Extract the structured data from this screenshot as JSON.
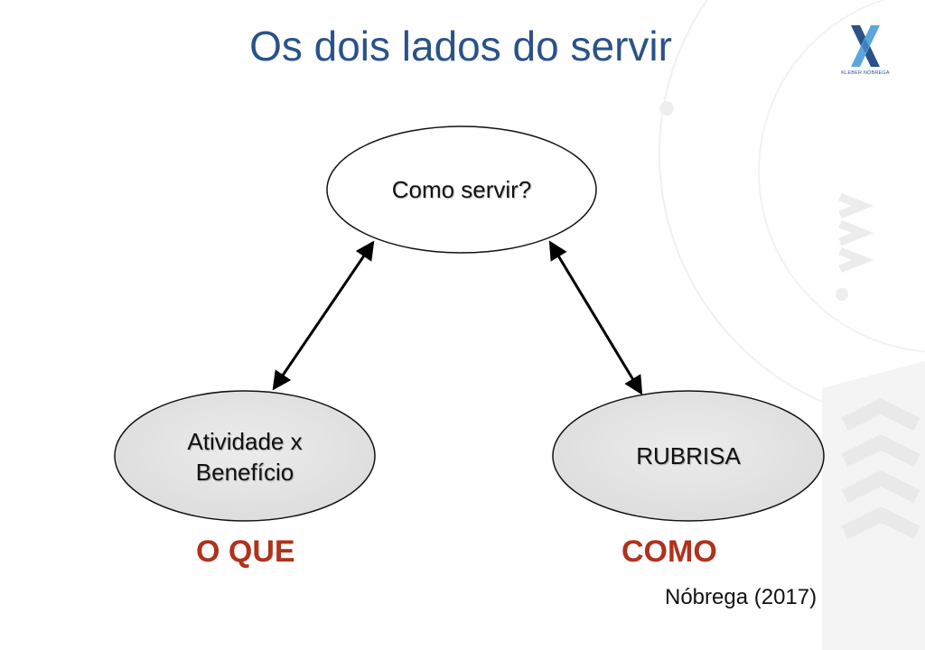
{
  "slide": {
    "title": "Os dois lados do servir",
    "logo": {
      "text": "KLEBER NÓBREGA",
      "icon": "x-logo-icon",
      "colors": [
        "#2a5288",
        "#5aa7dd"
      ]
    },
    "nodes": {
      "top": {
        "text": "Como servir?"
      },
      "left": {
        "lines": [
          "Atividade x",
          "Benefício"
        ]
      },
      "right": {
        "text": "RUBRISA"
      }
    },
    "captions": {
      "left": "O QUE",
      "right": "COMO"
    },
    "citation": "Nóbrega (2017)"
  },
  "colors": {
    "title": "#2a5288",
    "caption": "#b0321d",
    "node_fill_top": "#ffffff",
    "node_fill_bottom": "#e3e3e3",
    "arrow": "#000000"
  }
}
